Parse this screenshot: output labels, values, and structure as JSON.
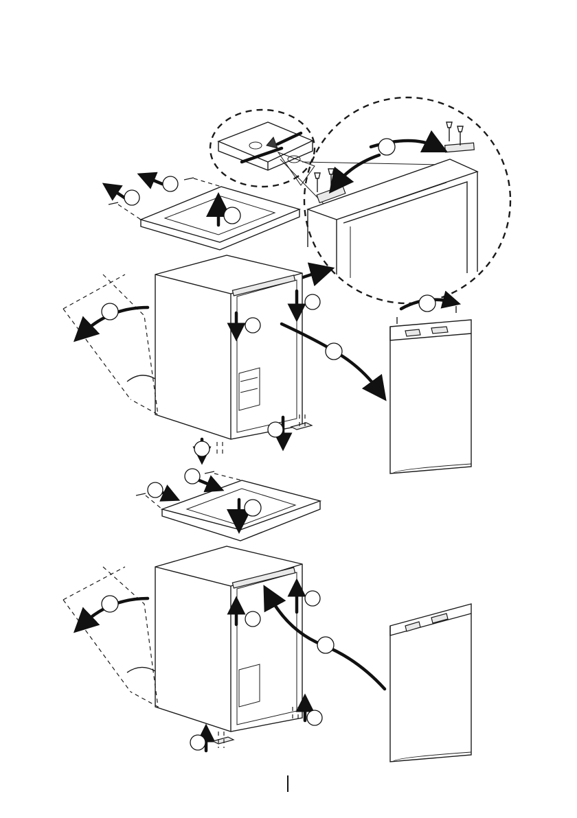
{
  "figure": {
    "type": "assembly-instruction-diagram",
    "panels": [
      "door-hinge-detail",
      "door-removal-sequence",
      "door-reinstall-sequence"
    ],
    "colors": {
      "line": "#1a1a1a",
      "shade": "#e9e9e9",
      "background": "#ffffff"
    },
    "icons": [
      "screw-icon",
      "hinge-icon",
      "arrow-icon",
      "step-circle-icon"
    ]
  }
}
